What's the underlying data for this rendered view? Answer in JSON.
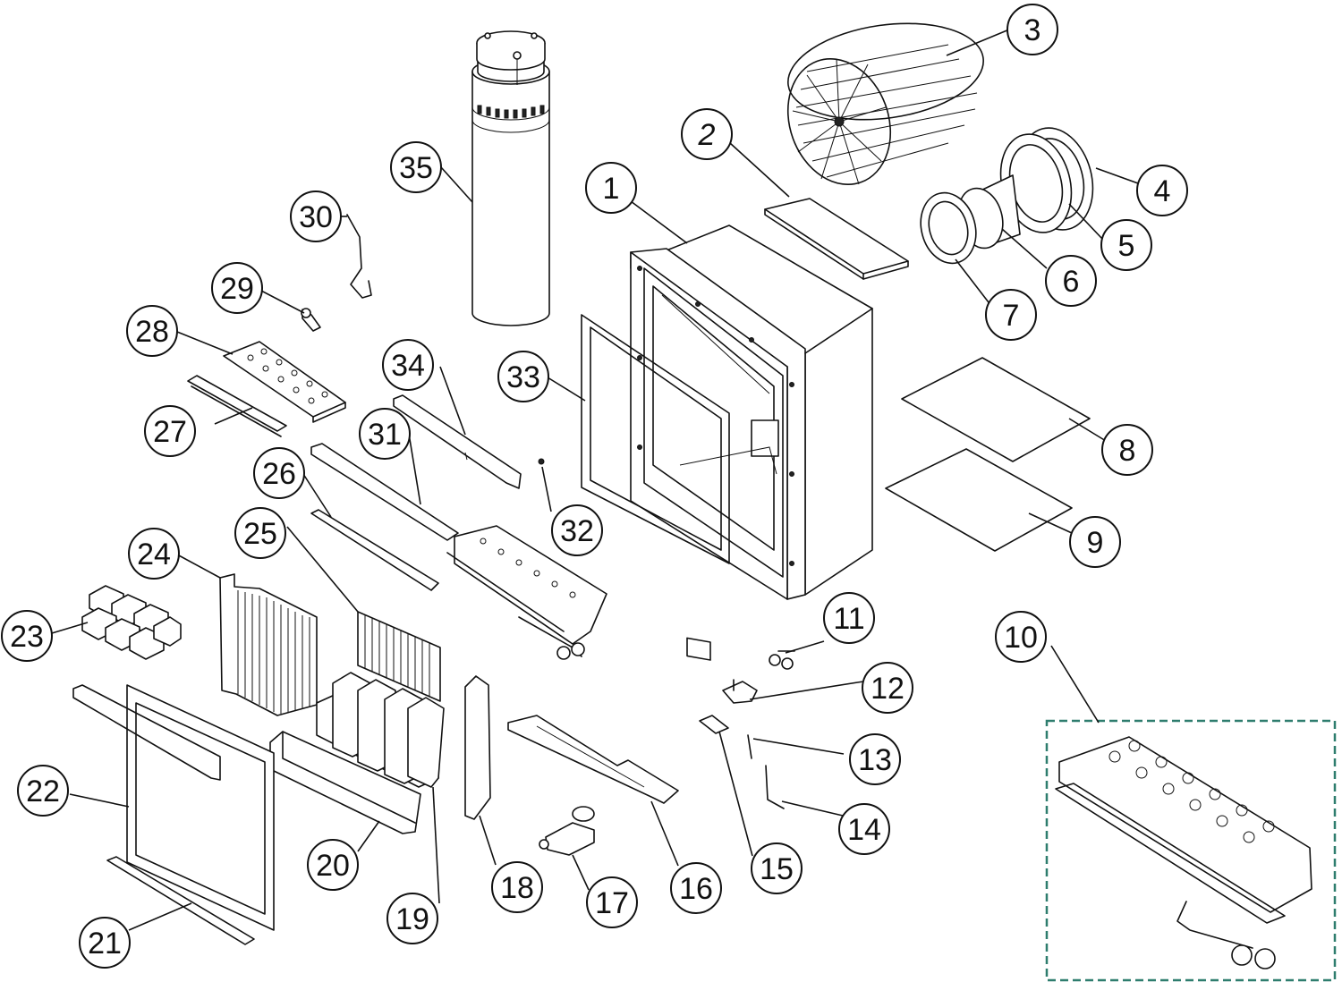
{
  "callouts": [
    {
      "id": "c1",
      "label": "1"
    },
    {
      "id": "c2",
      "label": "2"
    },
    {
      "id": "c3",
      "label": "3"
    },
    {
      "id": "c4",
      "label": "4"
    },
    {
      "id": "c5",
      "label": "5"
    },
    {
      "id": "c6",
      "label": "6"
    },
    {
      "id": "c7",
      "label": "7"
    },
    {
      "id": "c8",
      "label": "8"
    },
    {
      "id": "c9",
      "label": "9"
    },
    {
      "id": "c10",
      "label": "10"
    },
    {
      "id": "c11",
      "label": "11"
    },
    {
      "id": "c12",
      "label": "12"
    },
    {
      "id": "c13",
      "label": "13"
    },
    {
      "id": "c14",
      "label": "14"
    },
    {
      "id": "c15",
      "label": "15"
    },
    {
      "id": "c16",
      "label": "16"
    },
    {
      "id": "c17",
      "label": "17"
    },
    {
      "id": "c18",
      "label": "18"
    },
    {
      "id": "c19",
      "label": "19"
    },
    {
      "id": "c20",
      "label": "20"
    },
    {
      "id": "c21",
      "label": "21"
    },
    {
      "id": "c22",
      "label": "22"
    },
    {
      "id": "c23",
      "label": "23"
    },
    {
      "id": "c24",
      "label": "24"
    },
    {
      "id": "c25",
      "label": "25"
    },
    {
      "id": "c26",
      "label": "26"
    },
    {
      "id": "c27",
      "label": "27"
    },
    {
      "id": "c28",
      "label": "28"
    },
    {
      "id": "c29",
      "label": "29"
    },
    {
      "id": "c30",
      "label": "30"
    },
    {
      "id": "c31",
      "label": "31"
    },
    {
      "id": "c32",
      "label": "32"
    },
    {
      "id": "c33",
      "label": "33"
    },
    {
      "id": "c34",
      "label": "34"
    },
    {
      "id": "c35",
      "label": "35"
    }
  ],
  "colors": {
    "line": "#111111",
    "background": "#ffffff",
    "detail_box": "#2e7d6e"
  }
}
